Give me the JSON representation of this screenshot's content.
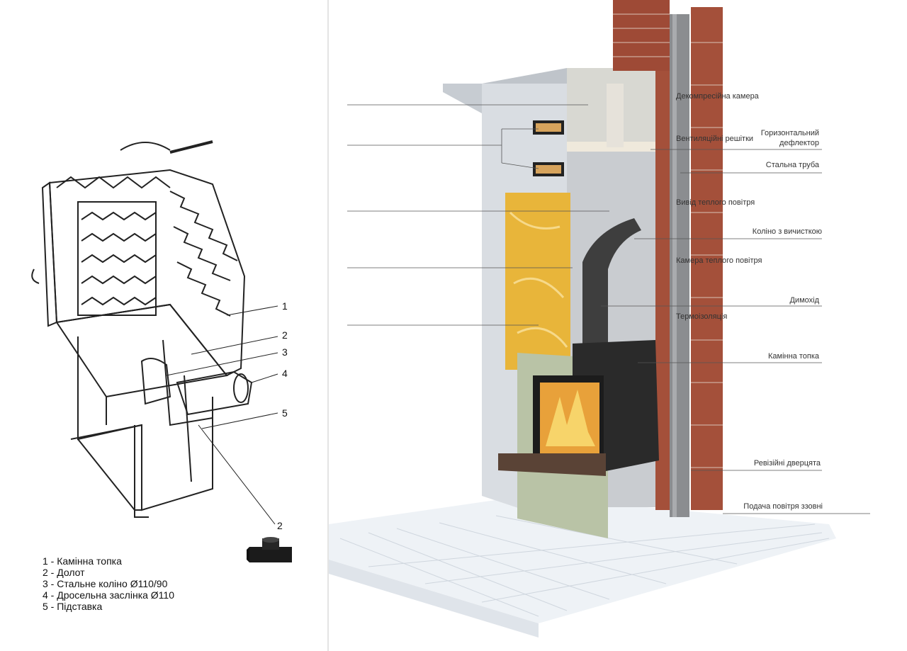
{
  "left": {
    "callouts": [
      "1",
      "2",
      "3",
      "4",
      "5",
      "2"
    ],
    "legend": [
      "1 - Камінна топка",
      "2 - Долот",
      "3 - Стальне коліно Ø110/90",
      "4 - Дросельна заслінка Ø110",
      "5 - Підставка"
    ]
  },
  "right": {
    "labels_left": [
      "Декомпресійна камера",
      "Вентиляційні решітки",
      "Вивід теплого повітря",
      "Камера теплого повітря",
      "Термоізоляція"
    ],
    "labels_right": [
      "Горизонтальний",
      "дефлектор",
      "Стальна труба",
      "Коліно з вичисткою",
      "Димохід",
      "Камінна топка",
      "Ревізійні дверцята",
      "Подача повітря ззовні"
    ]
  },
  "colors": {
    "brick": "#a4503a",
    "insulation": "#e8b53a",
    "marble": "#b9c3a6",
    "pipe": "#4a4a4a",
    "wall": "#d9dde2"
  }
}
